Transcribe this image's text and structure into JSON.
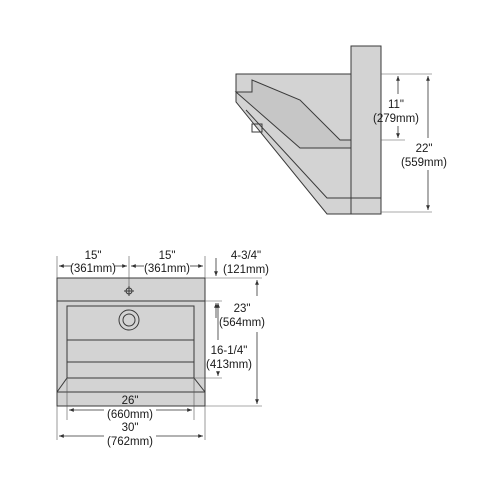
{
  "dimensions": {
    "side_height_upper": {
      "imperial": "11\"",
      "metric": "(279mm)"
    },
    "side_height_total": {
      "imperial": "22\"",
      "metric": "(559mm)"
    },
    "top_left_half": {
      "imperial": "15\"",
      "metric": "(361mm)"
    },
    "top_right_half": {
      "imperial": "15\"",
      "metric": "(361mm)"
    },
    "top_backsplash": {
      "imperial": "4-3/4\"",
      "metric": "(121mm)"
    },
    "top_depth_total": {
      "imperial": "23\"",
      "metric": "(564mm)"
    },
    "top_bowl_depth": {
      "imperial": "16-1/4\"",
      "metric": "(413mm)"
    },
    "top_bowl_width": {
      "imperial": "26\"",
      "metric": "(660mm)"
    },
    "top_total_width": {
      "imperial": "30\"",
      "metric": "(762mm)"
    }
  }
}
